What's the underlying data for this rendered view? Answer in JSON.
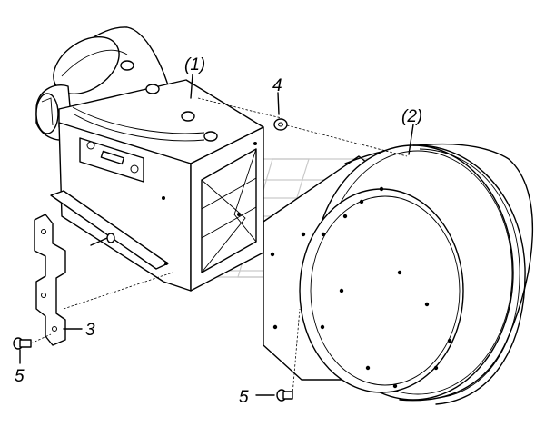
{
  "callouts": {
    "blower_housing": "(1)",
    "ring_shroud": "(2)",
    "bracket": "3",
    "washer": "4",
    "bolt_left": "5",
    "bolt_bottom": "5"
  },
  "colors": {
    "line": "#000000",
    "background": "#ffffff",
    "watermark": "#c9c9c9"
  }
}
